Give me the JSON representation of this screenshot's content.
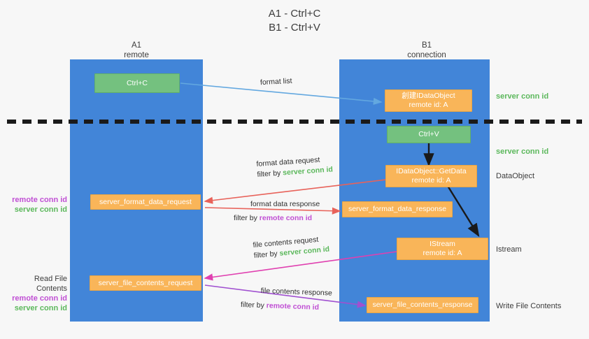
{
  "title": {
    "line1": "A1 - Ctrl+C",
    "line2": "B1 - Ctrl+V"
  },
  "lanes": [
    {
      "name": "A1",
      "sub": "remote"
    },
    {
      "name": "B1",
      "sub": "connection"
    }
  ],
  "colors": {
    "lane": "#4285d8",
    "green_box": "#74c17f",
    "orange_box": "#f9b559",
    "remote_conn": "#c04fd4",
    "server_conn": "#5cb85c",
    "arrow_blue": "#63a8e0",
    "arrow_red": "#e8625a",
    "arrow_magenta": "#e040b0",
    "arrow_purple": "#a050d0",
    "arrow_black": "#1a1a1a",
    "divider": "#1a1a1a",
    "background": "#f7f7f7"
  },
  "boxes": {
    "ctrl_c": {
      "label": "Ctrl+C"
    },
    "idataobject_create": {
      "line1": "創建IDataObject",
      "line2": "remote id: A"
    },
    "ctrl_v": {
      "label": "Ctrl+V"
    },
    "getdata": {
      "line1": "IDataObject::GetData",
      "line2": "remote id: A"
    },
    "server_format_data_request": {
      "label": "server_format_data_request"
    },
    "server_format_data_response": {
      "label": "server_format_data_response"
    },
    "istream": {
      "line1": "IStream",
      "line2": "remote id: A"
    },
    "server_file_contents_request": {
      "label": "server_file_contents_request"
    },
    "server_file_contents_response": {
      "label": "server_file_contents_response"
    }
  },
  "mid_labels": {
    "format_list": "format list",
    "format_data_request": "format data request",
    "format_data_request_filter_prefix": "filter by ",
    "format_data_request_filter_value": "server conn id",
    "format_data_response": "format data response",
    "format_data_response_filter_prefix": "filter by ",
    "format_data_response_filter_value": "remote conn id",
    "file_contents_request": "file contents request",
    "file_contents_request_filter_prefix": "filter by ",
    "file_contents_request_filter_value": "server conn id",
    "file_contents_response": "file contents response",
    "file_contents_response_filter_prefix": "filter by ",
    "file_contents_response_filter_value": "remote conn id"
  },
  "left_annotations": {
    "format_remote": "remote conn id",
    "format_server": "server conn id",
    "read_file_contents": "Read File Contents",
    "file_remote": "remote conn id",
    "file_server": "server conn id"
  },
  "right_annotations": {
    "server_conn_top": "server conn id",
    "server_conn_mid": "server conn id",
    "dataobject": "DataObject",
    "istream": "Istream",
    "write_file_contents": "Write File Contents"
  }
}
